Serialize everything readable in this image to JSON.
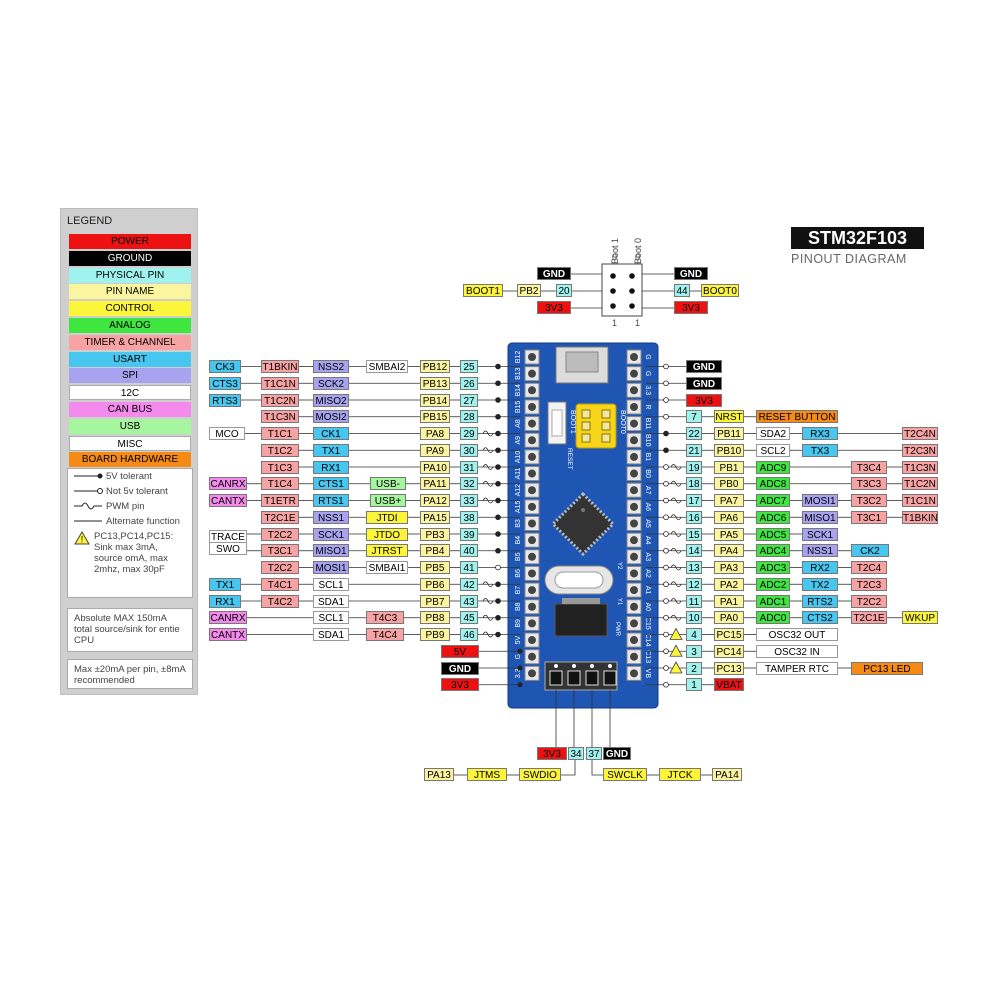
{
  "title": "STM32F103",
  "subtitle": "PINOUT DIAGRAM",
  "legend": {
    "title": "LEGEND",
    "categories": [
      {
        "label": "POWER",
        "color": "#ee1111",
        "text": "#000000"
      },
      {
        "label": "GROUND",
        "color": "#000000",
        "text": "#ffffff"
      },
      {
        "label": "PHYSICAL PIN",
        "color": "#9ff2ee",
        "text": "#000000"
      },
      {
        "label": "PIN NAME",
        "color": "#fcf5a0",
        "text": "#000000"
      },
      {
        "label": "CONTROL",
        "color": "#fcf53a",
        "text": "#000000"
      },
      {
        "label": "ANALOG",
        "color": "#3fe63f",
        "text": "#000000"
      },
      {
        "label": "TIMER & CHANNEL",
        "color": "#f7a3a3",
        "text": "#000000"
      },
      {
        "label": "USART",
        "color": "#47c6ef",
        "text": "#000000"
      },
      {
        "label": "SPI",
        "color": "#a8a3ef",
        "text": "#000000"
      },
      {
        "label": "12C",
        "color": "#ffffff",
        "text": "#000000"
      },
      {
        "label": "CAN BUS",
        "color": "#f38aec",
        "text": "#000000"
      },
      {
        "label": "USB",
        "color": "#a6f59f",
        "text": "#000000"
      },
      {
        "label": "MISC",
        "color": "#ffffff",
        "text": "#000000"
      },
      {
        "label": "BOARD HARDWARE",
        "color": "#f58b15",
        "text": "#000000"
      }
    ],
    "symbols": {
      "five_v_tolerant": "5V tolerant",
      "not_five_v_tolerant": "Not 5v tolerant",
      "pwm": "PWM pin",
      "alternate": "Alternate function",
      "warning": "PC13,PC14,PC15: Sink max 3mA, source omA, max 2mhz, max 30pF"
    },
    "note1": "Absolute MAX 150mA total source/sink for entie CPU",
    "note2": "Max ±20mA per pin, ±8mA recommended"
  },
  "colors": {
    "power": "#ee1111",
    "ground": "#000000",
    "physical": "#9ff2ee",
    "pin": "#fcf5a0",
    "control": "#fcf53a",
    "analog": "#3fe63f",
    "timer": "#f7a3a3",
    "usart": "#47c6ef",
    "spi": "#a8a3ef",
    "i2c": "#ffffff",
    "can": "#f38aec",
    "usb": "#a6f59f",
    "misc": "#ffffff",
    "hw": "#f58b15",
    "board": "#1f56b4"
  },
  "boot": {
    "labels": [
      "Boot 1",
      "Boot 0"
    ],
    "header_marks": [
      "0",
      "0",
      "1",
      "1"
    ],
    "left": [
      {
        "text": "GND",
        "t": "ground"
      },
      {
        "text": "BOOT1",
        "t": "control"
      },
      {
        "text": "PB2",
        "t": "pin"
      },
      {
        "text": "20",
        "t": "physical"
      },
      {
        "text": "3V3",
        "t": "power"
      }
    ],
    "right": [
      {
        "text": "GND",
        "t": "ground"
      },
      {
        "text": "44",
        "t": "physical"
      },
      {
        "text": "BOOT0",
        "t": "control"
      },
      {
        "text": "3V3",
        "t": "power"
      }
    ]
  },
  "left_rows": [
    {
      "cells": [
        {
          "text": "CK3",
          "t": "usart"
        },
        {
          "text": "T1BKIN",
          "t": "timer"
        },
        {
          "text": "NSS2",
          "t": "spi"
        },
        {
          "text": "SMBAI2",
          "t": "i2c"
        },
        {
          "text": "PB12",
          "t": "pin"
        },
        {
          "text": "25",
          "t": "physical"
        }
      ]
    },
    {
      "cells": [
        {
          "text": "CTS3",
          "t": "usart"
        },
        {
          "text": "T1C1N",
          "t": "timer"
        },
        {
          "text": "SCK2",
          "t": "spi"
        },
        {
          "text": "PB13",
          "t": "pin"
        },
        {
          "text": "26",
          "t": "physical"
        }
      ]
    },
    {
      "cells": [
        {
          "text": "RTS3",
          "t": "usart"
        },
        {
          "text": "T1C2N",
          "t": "timer"
        },
        {
          "text": "MISO2",
          "t": "spi"
        },
        {
          "text": "PB14",
          "t": "pin"
        },
        {
          "text": "27",
          "t": "physical"
        }
      ]
    },
    {
      "cells": [
        {
          "text": "T1C3N",
          "t": "timer"
        },
        {
          "text": "MOSI2",
          "t": "spi"
        },
        {
          "text": "PB15",
          "t": "pin"
        },
        {
          "text": "28",
          "t": "physical"
        }
      ]
    },
    {
      "cells": [
        {
          "text": "MCO",
          "t": "misc"
        },
        {
          "text": "T1C1",
          "t": "timer"
        },
        {
          "text": "CK1",
          "t": "usart"
        },
        {
          "text": "PA8",
          "t": "pin"
        },
        {
          "text": "29",
          "t": "physical"
        }
      ]
    },
    {
      "cells": [
        {
          "text": "T1C2",
          "t": "timer"
        },
        {
          "text": "TX1",
          "t": "usart"
        },
        {
          "text": "PA9",
          "t": "pin"
        },
        {
          "text": "30",
          "t": "physical"
        }
      ]
    },
    {
      "cells": [
        {
          "text": "T1C3",
          "t": "timer"
        },
        {
          "text": "RX1",
          "t": "usart"
        },
        {
          "text": "PA10",
          "t": "pin"
        },
        {
          "text": "31",
          "t": "physical"
        }
      ]
    },
    {
      "cells": [
        {
          "text": "CANRX",
          "t": "can"
        },
        {
          "text": "T1C4",
          "t": "timer"
        },
        {
          "text": "CTS1",
          "t": "usart"
        },
        {
          "text": "USB-",
          "t": "usb"
        },
        {
          "text": "PA11",
          "t": "pin"
        },
        {
          "text": "32",
          "t": "physical"
        }
      ]
    },
    {
      "cells": [
        {
          "text": "CANTX",
          "t": "can"
        },
        {
          "text": "T1ETR",
          "t": "timer"
        },
        {
          "text": "RTS1",
          "t": "usart"
        },
        {
          "text": "USB+",
          "t": "usb"
        },
        {
          "text": "PA12",
          "t": "pin"
        },
        {
          "text": "33",
          "t": "physical"
        }
      ]
    },
    {
      "cells": [
        {
          "text": "T2C1E",
          "t": "timer"
        },
        {
          "text": "NSS1",
          "t": "spi"
        },
        {
          "text": "JTDI",
          "t": "control"
        },
        {
          "text": "PA15",
          "t": "pin"
        },
        {
          "text": "38",
          "t": "physical"
        }
      ]
    },
    {
      "cells": [
        {
          "text": "TRACE",
          "t": "misc"
        },
        {
          "text": "T2C2",
          "t": "timer"
        },
        {
          "text": "SCK1",
          "t": "spi"
        },
        {
          "text": "JTDO",
          "t": "control"
        },
        {
          "text": "PB3",
          "t": "pin"
        },
        {
          "text": "39",
          "t": "physical"
        }
      ]
    },
    {
      "cells": [
        {
          "text": "SWO",
          "t": "misc"
        },
        {
          "text": "T3C1",
          "t": "timer"
        },
        {
          "text": "MISO1",
          "t": "spi"
        },
        {
          "text": "JTRST",
          "t": "control"
        },
        {
          "text": "PB4",
          "t": "pin"
        },
        {
          "text": "40",
          "t": "physical"
        }
      ]
    },
    {
      "cells": [
        {
          "text": "T2C2",
          "t": "timer"
        },
        {
          "text": "MOSI1",
          "t": "spi"
        },
        {
          "text": "SMBAI1",
          "t": "i2c"
        },
        {
          "text": "PB5",
          "t": "pin"
        },
        {
          "text": "41",
          "t": "physical"
        }
      ]
    },
    {
      "cells": [
        {
          "text": "TX1",
          "t": "usart"
        },
        {
          "text": "T4C1",
          "t": "timer"
        },
        {
          "text": "SCL1",
          "t": "i2c"
        },
        {
          "text": "PB6",
          "t": "pin"
        },
        {
          "text": "42",
          "t": "physical"
        }
      ]
    },
    {
      "cells": [
        {
          "text": "RX1",
          "t": "usart"
        },
        {
          "text": "T4C2",
          "t": "timer"
        },
        {
          "text": "SDA1",
          "t": "i2c"
        },
        {
          "text": "PB7",
          "t": "pin"
        },
        {
          "text": "43",
          "t": "physical"
        }
      ]
    },
    {
      "cells": [
        {
          "text": "CANRX",
          "t": "can"
        },
        {
          "text": "SCL1",
          "t": "i2c"
        },
        {
          "text": "T4C3",
          "t": "timer"
        },
        {
          "text": "PB8",
          "t": "pin"
        },
        {
          "text": "45",
          "t": "physical"
        }
      ]
    },
    {
      "cells": [
        {
          "text": "CANTX",
          "t": "can"
        },
        {
          "text": "SDA1",
          "t": "i2c"
        },
        {
          "text": "T4C4",
          "t": "timer"
        },
        {
          "text": "PB9",
          "t": "pin"
        },
        {
          "text": "46",
          "t": "physical"
        }
      ]
    },
    {
      "cells": [
        {
          "text": "5V",
          "t": "power"
        }
      ]
    },
    {
      "cells": [
        {
          "text": "GND",
          "t": "ground"
        }
      ]
    },
    {
      "cells": [
        {
          "text": "3V3",
          "t": "power"
        }
      ]
    }
  ],
  "right_rows": [
    {
      "cells": [
        {
          "text": "GND",
          "t": "ground"
        }
      ]
    },
    {
      "cells": [
        {
          "text": "GND",
          "t": "ground"
        }
      ]
    },
    {
      "cells": [
        {
          "text": "3V3",
          "t": "power"
        }
      ]
    },
    {
      "cells": [
        {
          "text": "7",
          "t": "physical"
        },
        {
          "text": "NRST",
          "t": "control"
        },
        {
          "text": "RESET BUTTON",
          "t": "hw"
        }
      ]
    },
    {
      "cells": [
        {
          "text": "22",
          "t": "physical"
        },
        {
          "text": "PB11",
          "t": "pin"
        },
        {
          "text": "SDA2",
          "t": "i2c"
        },
        {
          "text": "RX3",
          "t": "usart"
        },
        {
          "text": "T2C4N",
          "t": "timer"
        }
      ]
    },
    {
      "cells": [
        {
          "text": "21",
          "t": "physical"
        },
        {
          "text": "PB10",
          "t": "pin"
        },
        {
          "text": "SCL2",
          "t": "i2c"
        },
        {
          "text": "TX3",
          "t": "usart"
        },
        {
          "text": "T2C3N",
          "t": "timer"
        }
      ]
    },
    {
      "cells": [
        {
          "text": "19",
          "t": "physical"
        },
        {
          "text": "PB1",
          "t": "pin"
        },
        {
          "text": "ADC9",
          "t": "analog"
        },
        {
          "text": "T3C4",
          "t": "timer"
        },
        {
          "text": "T1C3N",
          "t": "timer"
        }
      ]
    },
    {
      "cells": [
        {
          "text": "18",
          "t": "physical"
        },
        {
          "text": "PB0",
          "t": "pin"
        },
        {
          "text": "ADC8",
          "t": "analog"
        },
        {
          "text": "T3C3",
          "t": "timer"
        },
        {
          "text": "T1C2N",
          "t": "timer"
        }
      ]
    },
    {
      "cells": [
        {
          "text": "17",
          "t": "physical"
        },
        {
          "text": "PA7",
          "t": "pin"
        },
        {
          "text": "ADC7",
          "t": "analog"
        },
        {
          "text": "MOSI1",
          "t": "spi"
        },
        {
          "text": "T3C2",
          "t": "timer"
        },
        {
          "text": "T1C1N",
          "t": "timer"
        }
      ]
    },
    {
      "cells": [
        {
          "text": "16",
          "t": "physical"
        },
        {
          "text": "PA6",
          "t": "pin"
        },
        {
          "text": "ADC6",
          "t": "analog"
        },
        {
          "text": "MISO1",
          "t": "spi"
        },
        {
          "text": "T3C1",
          "t": "timer"
        },
        {
          "text": "T1BKIN",
          "t": "timer"
        }
      ]
    },
    {
      "cells": [
        {
          "text": "15",
          "t": "physical"
        },
        {
          "text": "PA5",
          "t": "pin"
        },
        {
          "text": "ADC5",
          "t": "analog"
        },
        {
          "text": "SCK1",
          "t": "spi"
        }
      ]
    },
    {
      "cells": [
        {
          "text": "14",
          "t": "physical"
        },
        {
          "text": "PA4",
          "t": "pin"
        },
        {
          "text": "ADC4",
          "t": "analog"
        },
        {
          "text": "NSS1",
          "t": "spi"
        },
        {
          "text": "CK2",
          "t": "usart"
        }
      ]
    },
    {
      "cells": [
        {
          "text": "13",
          "t": "physical"
        },
        {
          "text": "PA3",
          "t": "pin"
        },
        {
          "text": "ADC3",
          "t": "analog"
        },
        {
          "text": "RX2",
          "t": "usart"
        },
        {
          "text": "T2C4",
          "t": "timer"
        }
      ]
    },
    {
      "cells": [
        {
          "text": "12",
          "t": "physical"
        },
        {
          "text": "PA2",
          "t": "pin"
        },
        {
          "text": "ADC2",
          "t": "analog"
        },
        {
          "text": "TX2",
          "t": "usart"
        },
        {
          "text": "T2C3",
          "t": "timer"
        }
      ]
    },
    {
      "cells": [
        {
          "text": "11",
          "t": "physical"
        },
        {
          "text": "PA1",
          "t": "pin"
        },
        {
          "text": "ADC1",
          "t": "analog"
        },
        {
          "text": "RTS2",
          "t": "usart"
        },
        {
          "text": "T2C2",
          "t": "timer"
        }
      ]
    },
    {
      "cells": [
        {
          "text": "10",
          "t": "physical"
        },
        {
          "text": "PA0",
          "t": "pin"
        },
        {
          "text": "ADC0",
          "t": "analog"
        },
        {
          "text": "CTS2",
          "t": "usart"
        },
        {
          "text": "T2C1E",
          "t": "timer"
        },
        {
          "text": "WKUP",
          "t": "control"
        }
      ]
    },
    {
      "cells": [
        {
          "text": "4",
          "t": "physical"
        },
        {
          "text": "PC15",
          "t": "pin"
        },
        {
          "text": "OSC32 OUT",
          "t": "misc"
        }
      ]
    },
    {
      "cells": [
        {
          "text": "3",
          "t": "physical"
        },
        {
          "text": "PC14",
          "t": "pin"
        },
        {
          "text": "OSC32 IN",
          "t": "misc"
        }
      ]
    },
    {
      "cells": [
        {
          "text": "2",
          "t": "physical"
        },
        {
          "text": "PC13",
          "t": "pin"
        },
        {
          "text": "TAMPER RTC",
          "t": "misc"
        },
        {
          "text": "PC13 LED",
          "t": "hw"
        }
      ]
    },
    {
      "cells": [
        {
          "text": "1",
          "t": "physical"
        },
        {
          "text": "VBAT",
          "t": "power"
        }
      ]
    }
  ],
  "bottom": {
    "top_row": [
      {
        "text": "3V3",
        "t": "power"
      },
      {
        "text": "34",
        "t": "physical"
      },
      {
        "text": "37",
        "t": "physical"
      },
      {
        "text": "GND",
        "t": "ground"
      }
    ],
    "left": [
      {
        "text": "PA13",
        "t": "pin"
      },
      {
        "text": "JTMS",
        "t": "control"
      },
      {
        "text": "SWDIO",
        "t": "control"
      }
    ],
    "right": [
      {
        "text": "SWCLK",
        "t": "control"
      },
      {
        "text": "JTCK",
        "t": "control"
      },
      {
        "text": "PA14",
        "t": "pin"
      }
    ]
  },
  "board": {
    "left_pins": [
      "B12",
      "B13",
      "B14",
      "B15",
      "A8",
      "A9",
      "A10",
      "A11",
      "A12",
      "A15",
      "B3",
      "B4",
      "B5",
      "B6",
      "B7",
      "B8",
      "B9",
      "5V",
      "G",
      "3.3"
    ],
    "right_pins": [
      "G",
      "G",
      "3.3",
      "R",
      "B11",
      "B10",
      "B1",
      "B0",
      "A7",
      "A6",
      "A5",
      "A4",
      "A3",
      "A2",
      "A1",
      "A0",
      "C15",
      "C14",
      "C13",
      "VB"
    ],
    "boot1": "BOOT1",
    "boot0": "BOOT0",
    "reset": "RESET",
    "pwr": "PWR",
    "y1": "Y1",
    "y2": "Y2"
  }
}
